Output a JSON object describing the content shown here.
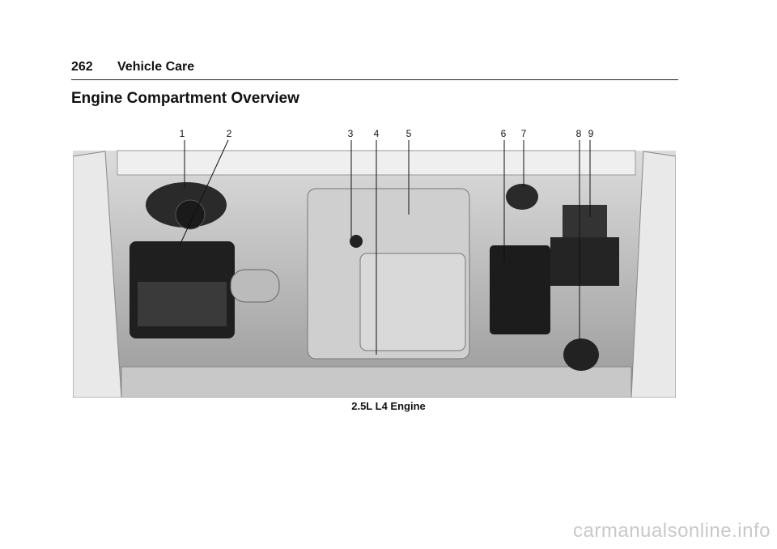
{
  "header": {
    "page_number": "262",
    "section": "Vehicle Care"
  },
  "title": "Engine Compartment Overview",
  "figure": {
    "callouts": [
      "1",
      "2",
      "3",
      "4",
      "5",
      "6",
      "7",
      "8",
      "9"
    ],
    "caption": "2.5L L4 Engine"
  },
  "watermark": "carmanualsonline.info"
}
